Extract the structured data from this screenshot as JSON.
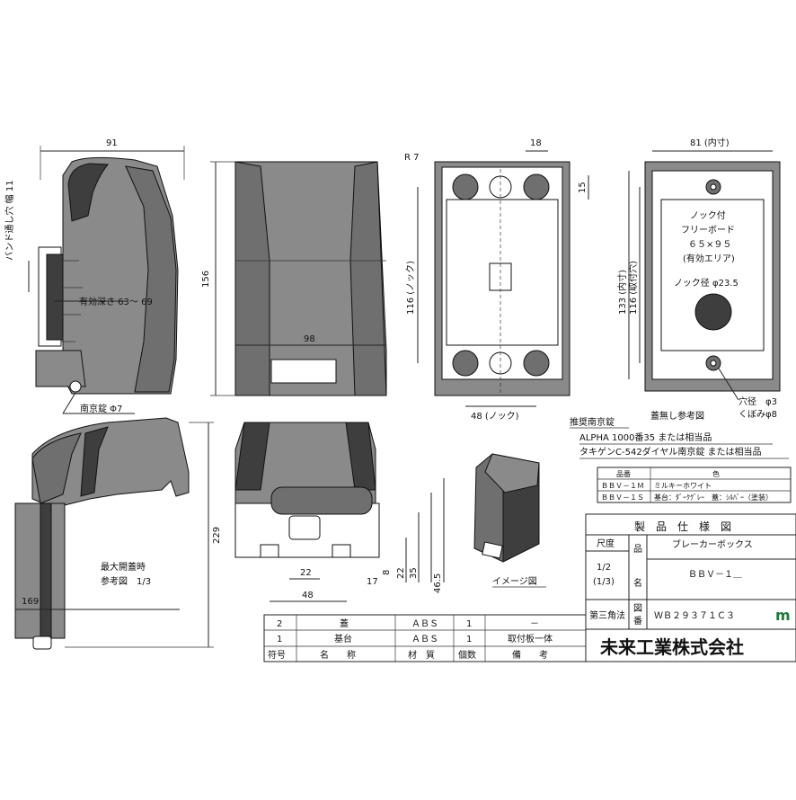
{
  "views": {
    "side": {
      "dim_width": "91",
      "band_hole": "バンド通し穴 幅 11",
      "depth": "有効深さ 63～ 69",
      "padlock": "南京錠 Φ7"
    },
    "front": {
      "dim_height": "156",
      "dim_width": "98"
    },
    "base": {
      "r7": "R 7",
      "dim_18": "18",
      "dim_15": "15",
      "knock_116": "116 (ノック)",
      "knock_48": "48 (ノック)"
    },
    "cover_off": {
      "dim_81": "81 (内寸)",
      "dim_133": "133 (内寸)",
      "dim_116": "116 (取付穴)",
      "board_l1": "ノック付",
      "board_l2": "フリーボード",
      "board_l3": "６５×９５",
      "board_l4": "(有効エリア)",
      "knock_dia": "ノック径 φ23.5",
      "hole_dia": "穴径　φ3",
      "counterbore": "くぼみφ8",
      "caption": "蓋無し参考図"
    },
    "open": {
      "dim_229": "229",
      "dim_169": "169",
      "note1": "最大開蓋時",
      "note2": "参考図　1/3"
    },
    "bottom": {
      "d22": "22",
      "d48": "48",
      "d17": "17",
      "d8": "8",
      "d22v": "22",
      "d35": "35",
      "d46": "46.5"
    },
    "image_caption": "イメージ図"
  },
  "padlock_rec": {
    "title": "推奨南京錠",
    "line1": "ALPHA 1000番35 または相当品",
    "line2": "タキゲンC-542ダイヤル南京錠 または相当品"
  },
  "color_table": {
    "headers": [
      "品番",
      "色"
    ],
    "rows": [
      [
        "ＢＢＶ－１Ｍ",
        "ミルキーホワイト"
      ],
      [
        "ＢＢＶ－１Ｓ",
        "基台：ﾀﾞｰｸｸﾞﾚｰ　蓋：ｼﾙﾊﾞｰ（塗装）"
      ]
    ]
  },
  "spec": {
    "title": "製　品　仕　様　図",
    "scale_label": "尺度",
    "scale_value1": "1/2",
    "scale_value2": "(1/3)",
    "name_label_1": "品",
    "name_label_2": "名",
    "product_name": "ブレーカーボックス",
    "model": "ＢＢＶ－１＿",
    "projection": "第三角法",
    "drawing_label_1": "図",
    "drawing_label_2": "番",
    "drawing_no": "ＷＢ２９３７１Ｃ３",
    "company": "未来工業株式会社",
    "logo": "m"
  },
  "parts_table": {
    "headers": [
      "符号",
      "名　　称",
      "材　質",
      "個数",
      "備　　考"
    ],
    "rows": [
      [
        "2",
        "蓋",
        "ＡＢＳ",
        "1",
        "－"
      ],
      [
        "1",
        "基台",
        "ＡＢＳ",
        "1",
        "取付板一体"
      ]
    ]
  }
}
